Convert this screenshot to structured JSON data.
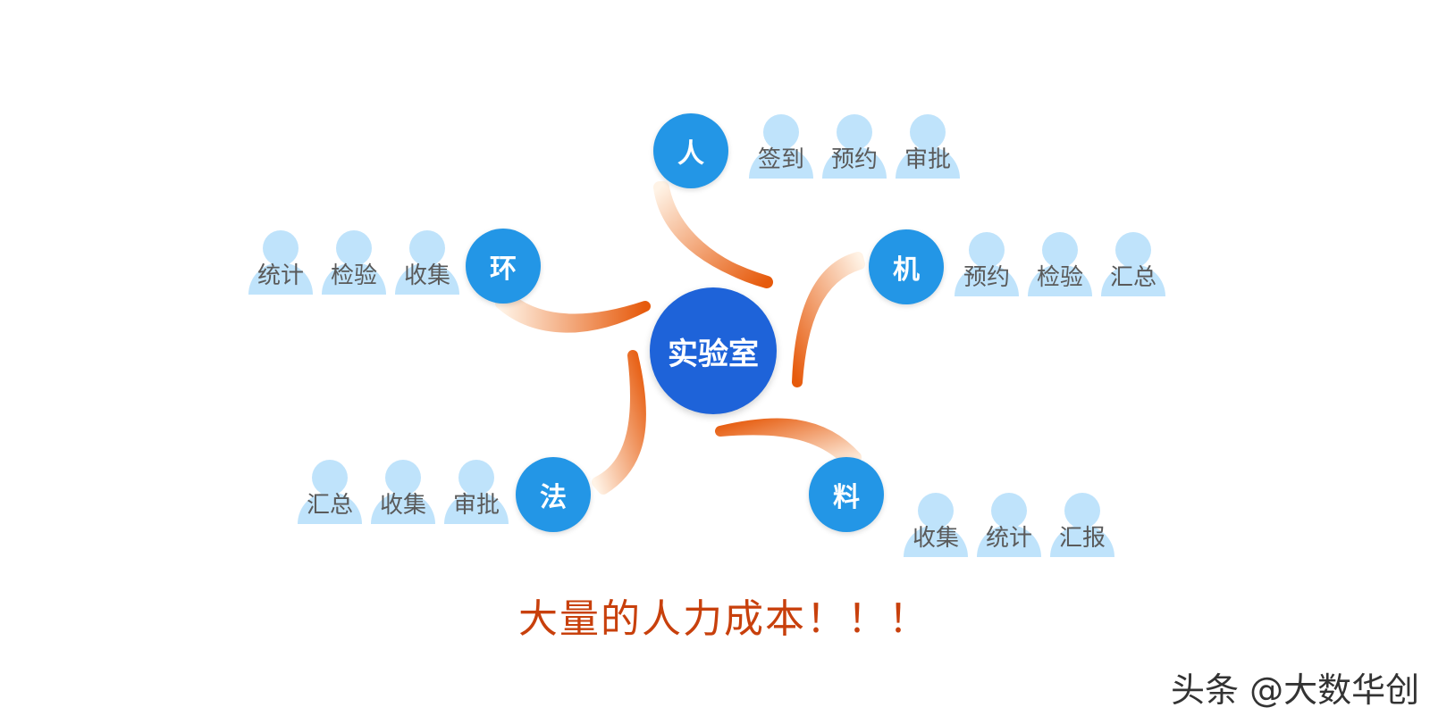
{
  "center": {
    "label": "实验室"
  },
  "factors": [
    {
      "label": "人",
      "items": [
        "签到",
        "预约",
        "审批"
      ]
    },
    {
      "label": "环",
      "items": [
        "统计",
        "检验",
        "收集"
      ]
    },
    {
      "label": "机",
      "items": [
        "预约",
        "检验",
        "汇总"
      ]
    },
    {
      "label": "法",
      "items": [
        "汇总",
        "收集",
        "审批"
      ]
    },
    {
      "label": "料",
      "items": [
        "收集",
        "统计",
        "汇报"
      ]
    }
  ],
  "caption": "大量的人力成本！！！",
  "watermark": "头条 @大数华创",
  "colors": {
    "center_node": "#1e63d9",
    "factor_node": "#2396e6",
    "person_icon": "#bfe3fb",
    "connector": "#e8610e",
    "caption": "#c8400c"
  }
}
